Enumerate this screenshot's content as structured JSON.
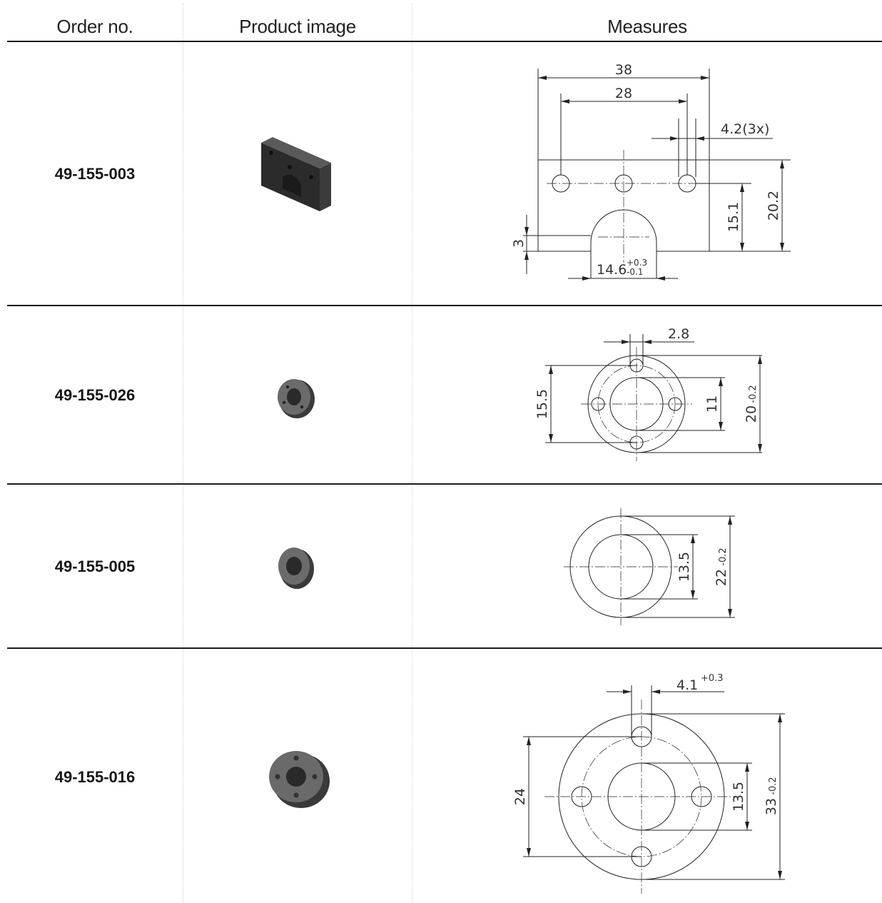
{
  "columns": {
    "order": "Order no.",
    "image": "Product image",
    "measures": "Measures"
  },
  "rows": [
    {
      "order_no": "49-155-003",
      "product_icon": "rectangular-bracket-icon",
      "dims": {
        "overall": "38",
        "hole_spacing": "28",
        "holes": "4.2(3x)",
        "height": "20.2",
        "hole_height": "15.1",
        "step": "3",
        "slot": "14.6",
        "slot_tol_upper": "+0.3",
        "slot_tol_lower": "-0.1"
      }
    },
    {
      "order_no": "49-155-026",
      "product_icon": "flanged-ring-icon",
      "dims": {
        "hole": "2.8",
        "pitch": "15.5",
        "bore": "11",
        "outer": "20",
        "outer_tol": "-0.2"
      }
    },
    {
      "order_no": "49-155-005",
      "product_icon": "plain-ring-icon",
      "dims": {
        "bore": "13.5",
        "outer": "22",
        "outer_tol": "-0.2"
      }
    },
    {
      "order_no": "49-155-016",
      "product_icon": "large-flange-icon",
      "dims": {
        "hole": "4.1",
        "hole_tol": "+0.3",
        "pitch": "24",
        "bore": "13.5",
        "outer": "33",
        "outer_tol": "-0.2"
      }
    }
  ]
}
